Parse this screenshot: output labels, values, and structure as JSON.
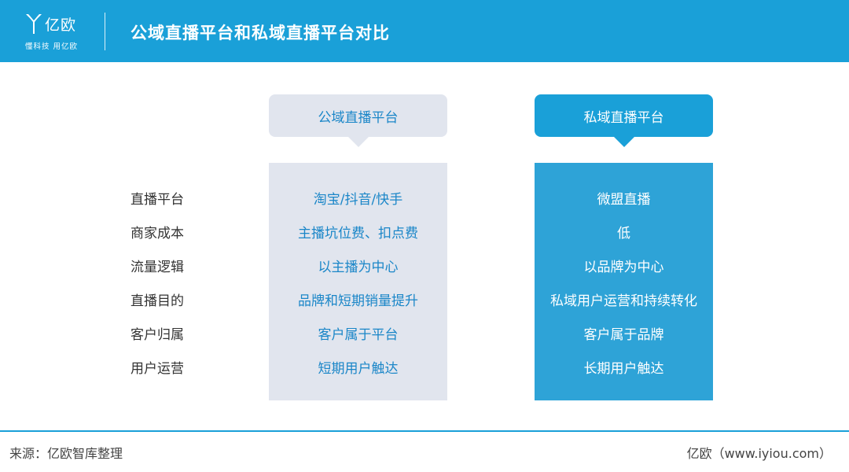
{
  "colors": {
    "accent": "#1aa0d8",
    "public_panel": "#e1e5ee",
    "public_text": "#1a86c8",
    "private_panel": "#2ea3d7",
    "label_text": "#333333"
  },
  "header": {
    "logo_name": "亿欧",
    "logo_slogan": "懂科技 用亿欧",
    "title": "公域直播平台和私域直播平台对比"
  },
  "columns": {
    "public": {
      "title": "公域直播平台",
      "values": [
        "淘宝/抖音/快手",
        "主播坑位费、扣点费",
        "以主播为中心",
        "品牌和短期销量提升",
        "客户属于平台",
        "短期用户触达"
      ]
    },
    "private": {
      "title": "私域直播平台",
      "values": [
        "微盟直播",
        "低",
        "以品牌为中心",
        "私域用户运营和持续转化",
        "客户属于品牌",
        "长期用户触达"
      ]
    }
  },
  "rows": [
    "直播平台",
    "商家成本",
    "流量逻辑",
    "直播目的",
    "客户归属",
    "用户运营"
  ],
  "footer": {
    "source": "来源：亿欧智库整理",
    "site": "亿欧（www.iyiou.com）"
  }
}
